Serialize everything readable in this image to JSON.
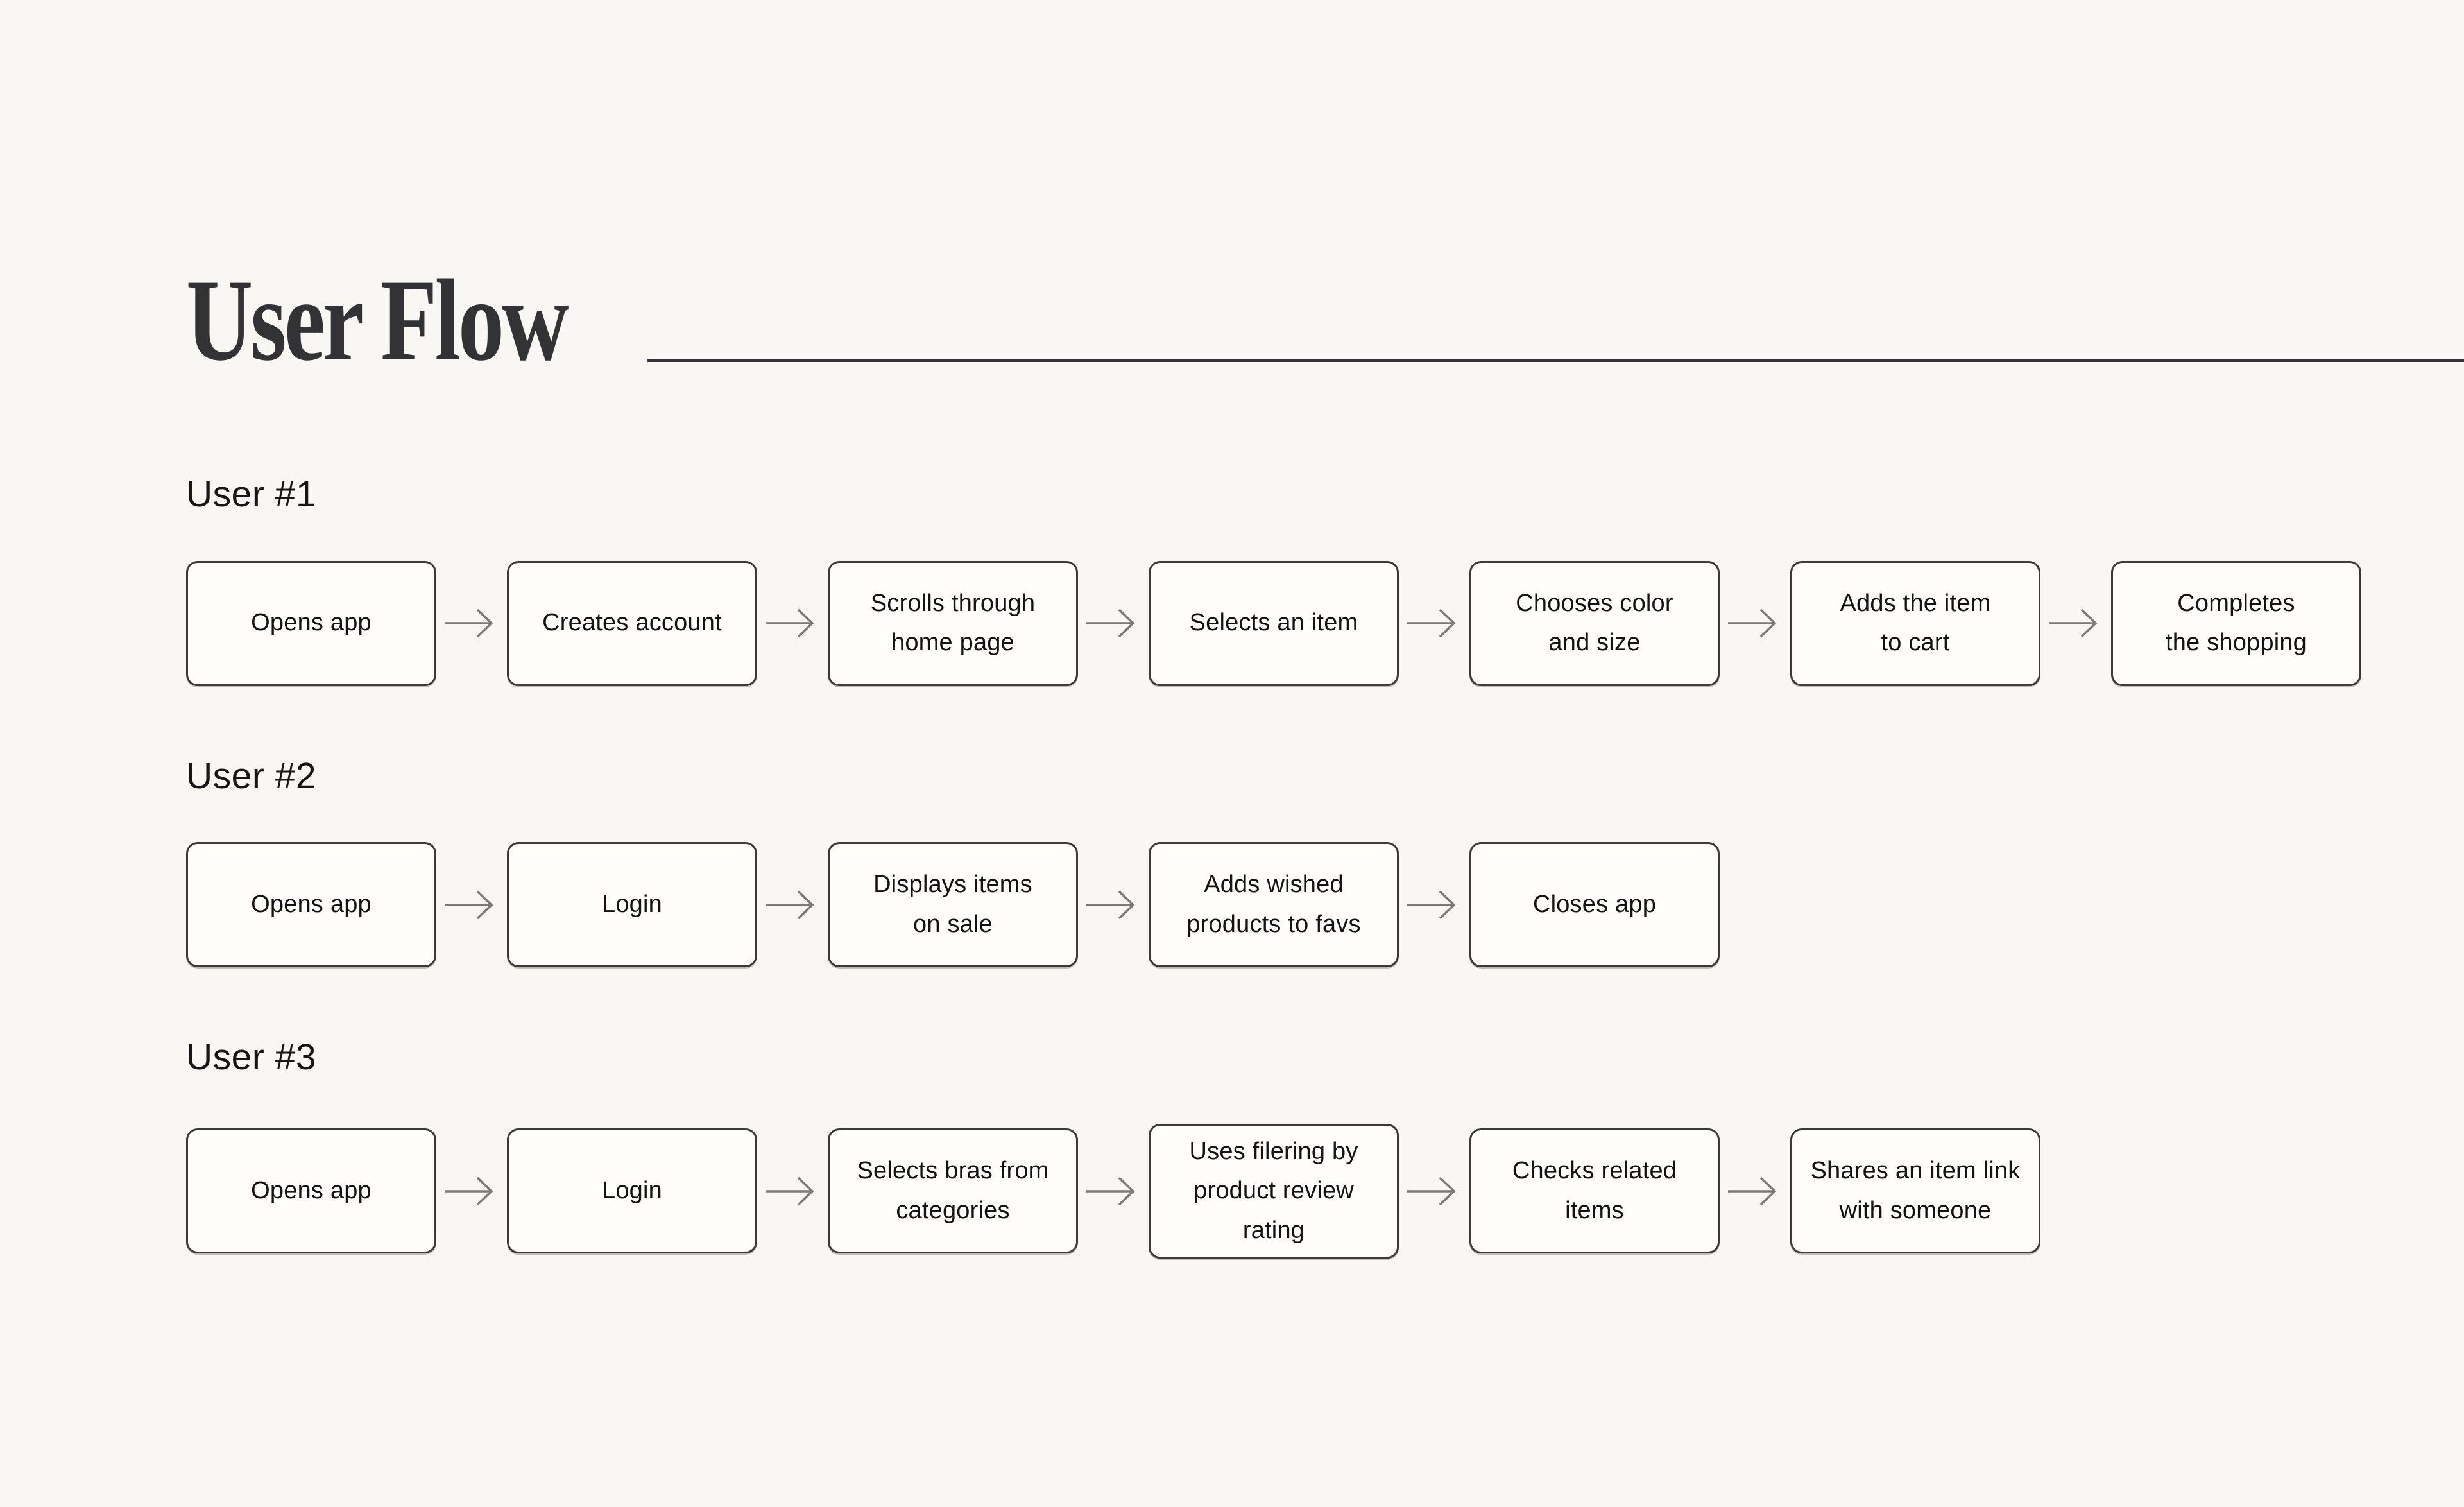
{
  "page": {
    "title": "User Flow",
    "background_color": "#f9f7f3",
    "title_color": "#333335",
    "rule_color": "#343436",
    "box_fill_color": "#fffefb",
    "box_border_color": "#3a3a3a",
    "box_text_color": "#131313",
    "arrow_color": "#7a7a78"
  },
  "flows": [
    {
      "label": "User #1",
      "steps": [
        "Opens app",
        "Creates account",
        "Scrolls through\nhome page",
        "Selects an item",
        "Chooses color\nand size",
        "Adds the item\nto cart",
        "Completes\nthe shopping"
      ]
    },
    {
      "label": "User #2",
      "steps": [
        "Opens app",
        "Login",
        "Displays items\non sale",
        "Adds wished\nproducts to favs",
        "Closes app"
      ]
    },
    {
      "label": "User #3",
      "steps": [
        "Opens app",
        "Login",
        "Selects bras from\ncategories",
        "Uses filering by\nproduct review\nrating",
        "Checks related\nitems",
        "Shares an item link\nwith someone"
      ]
    }
  ]
}
